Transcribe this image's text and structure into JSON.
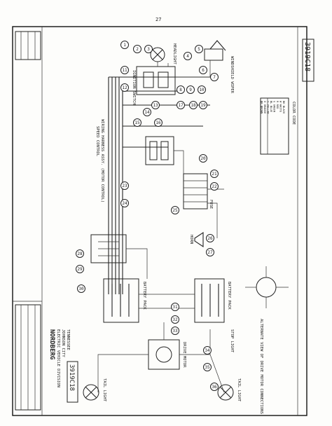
{
  "top_label": "27",
  "drawing_number": "3919C18",
  "company": {
    "logo_text": "NORDBERG",
    "lines": [
      "ELECTRIC VEHICLE DIVISION",
      "JOHNSON CITY",
      "TENNESSEE"
    ]
  },
  "nodes": [
    "1",
    "2",
    "3",
    "4",
    "5",
    "6",
    "7",
    "8",
    "9",
    "10",
    "11",
    "12",
    "13",
    "14",
    "15",
    "16",
    "17",
    "18",
    "19",
    "20",
    "21",
    "22",
    "23",
    "24",
    "25",
    "26",
    "27",
    "28",
    "29",
    "30",
    "31",
    "32",
    "33",
    "34",
    "35",
    "36"
  ],
  "labels": {
    "headlight": "HEADLIGHT",
    "wiper": "WINDSHIELD WIPER",
    "ignition": "IGNITION SWITCH",
    "fuse_block": "FUSE",
    "horn": "HORN",
    "motor_harness": "WIRING HARNESS ASSY. (MOTOR CONTROL)",
    "speed_control": "SPEED CONTROL",
    "battery_fr": "BATTERY PACK",
    "battery_rr": "BATTERY PACK",
    "drive_motor": "DRIVE MOTOR",
    "stop_light": "STOP LIGHT",
    "tail_light_left": "TAIL LIGHT",
    "tail_light_right": "TAIL LIGHT",
    "alt_view": "ALTERNATE VIEW OF DRIVE MOTOR CONNECTIONS",
    "color_code": "COLOR CODE"
  },
  "color_code": [
    "BK  BLACK",
    "W   WHITE",
    "R   RED",
    "G   GREEN",
    "BL  BLUE",
    "Y   YELLOW",
    "O   ORANGE",
    "BR  BROWN"
  ]
}
